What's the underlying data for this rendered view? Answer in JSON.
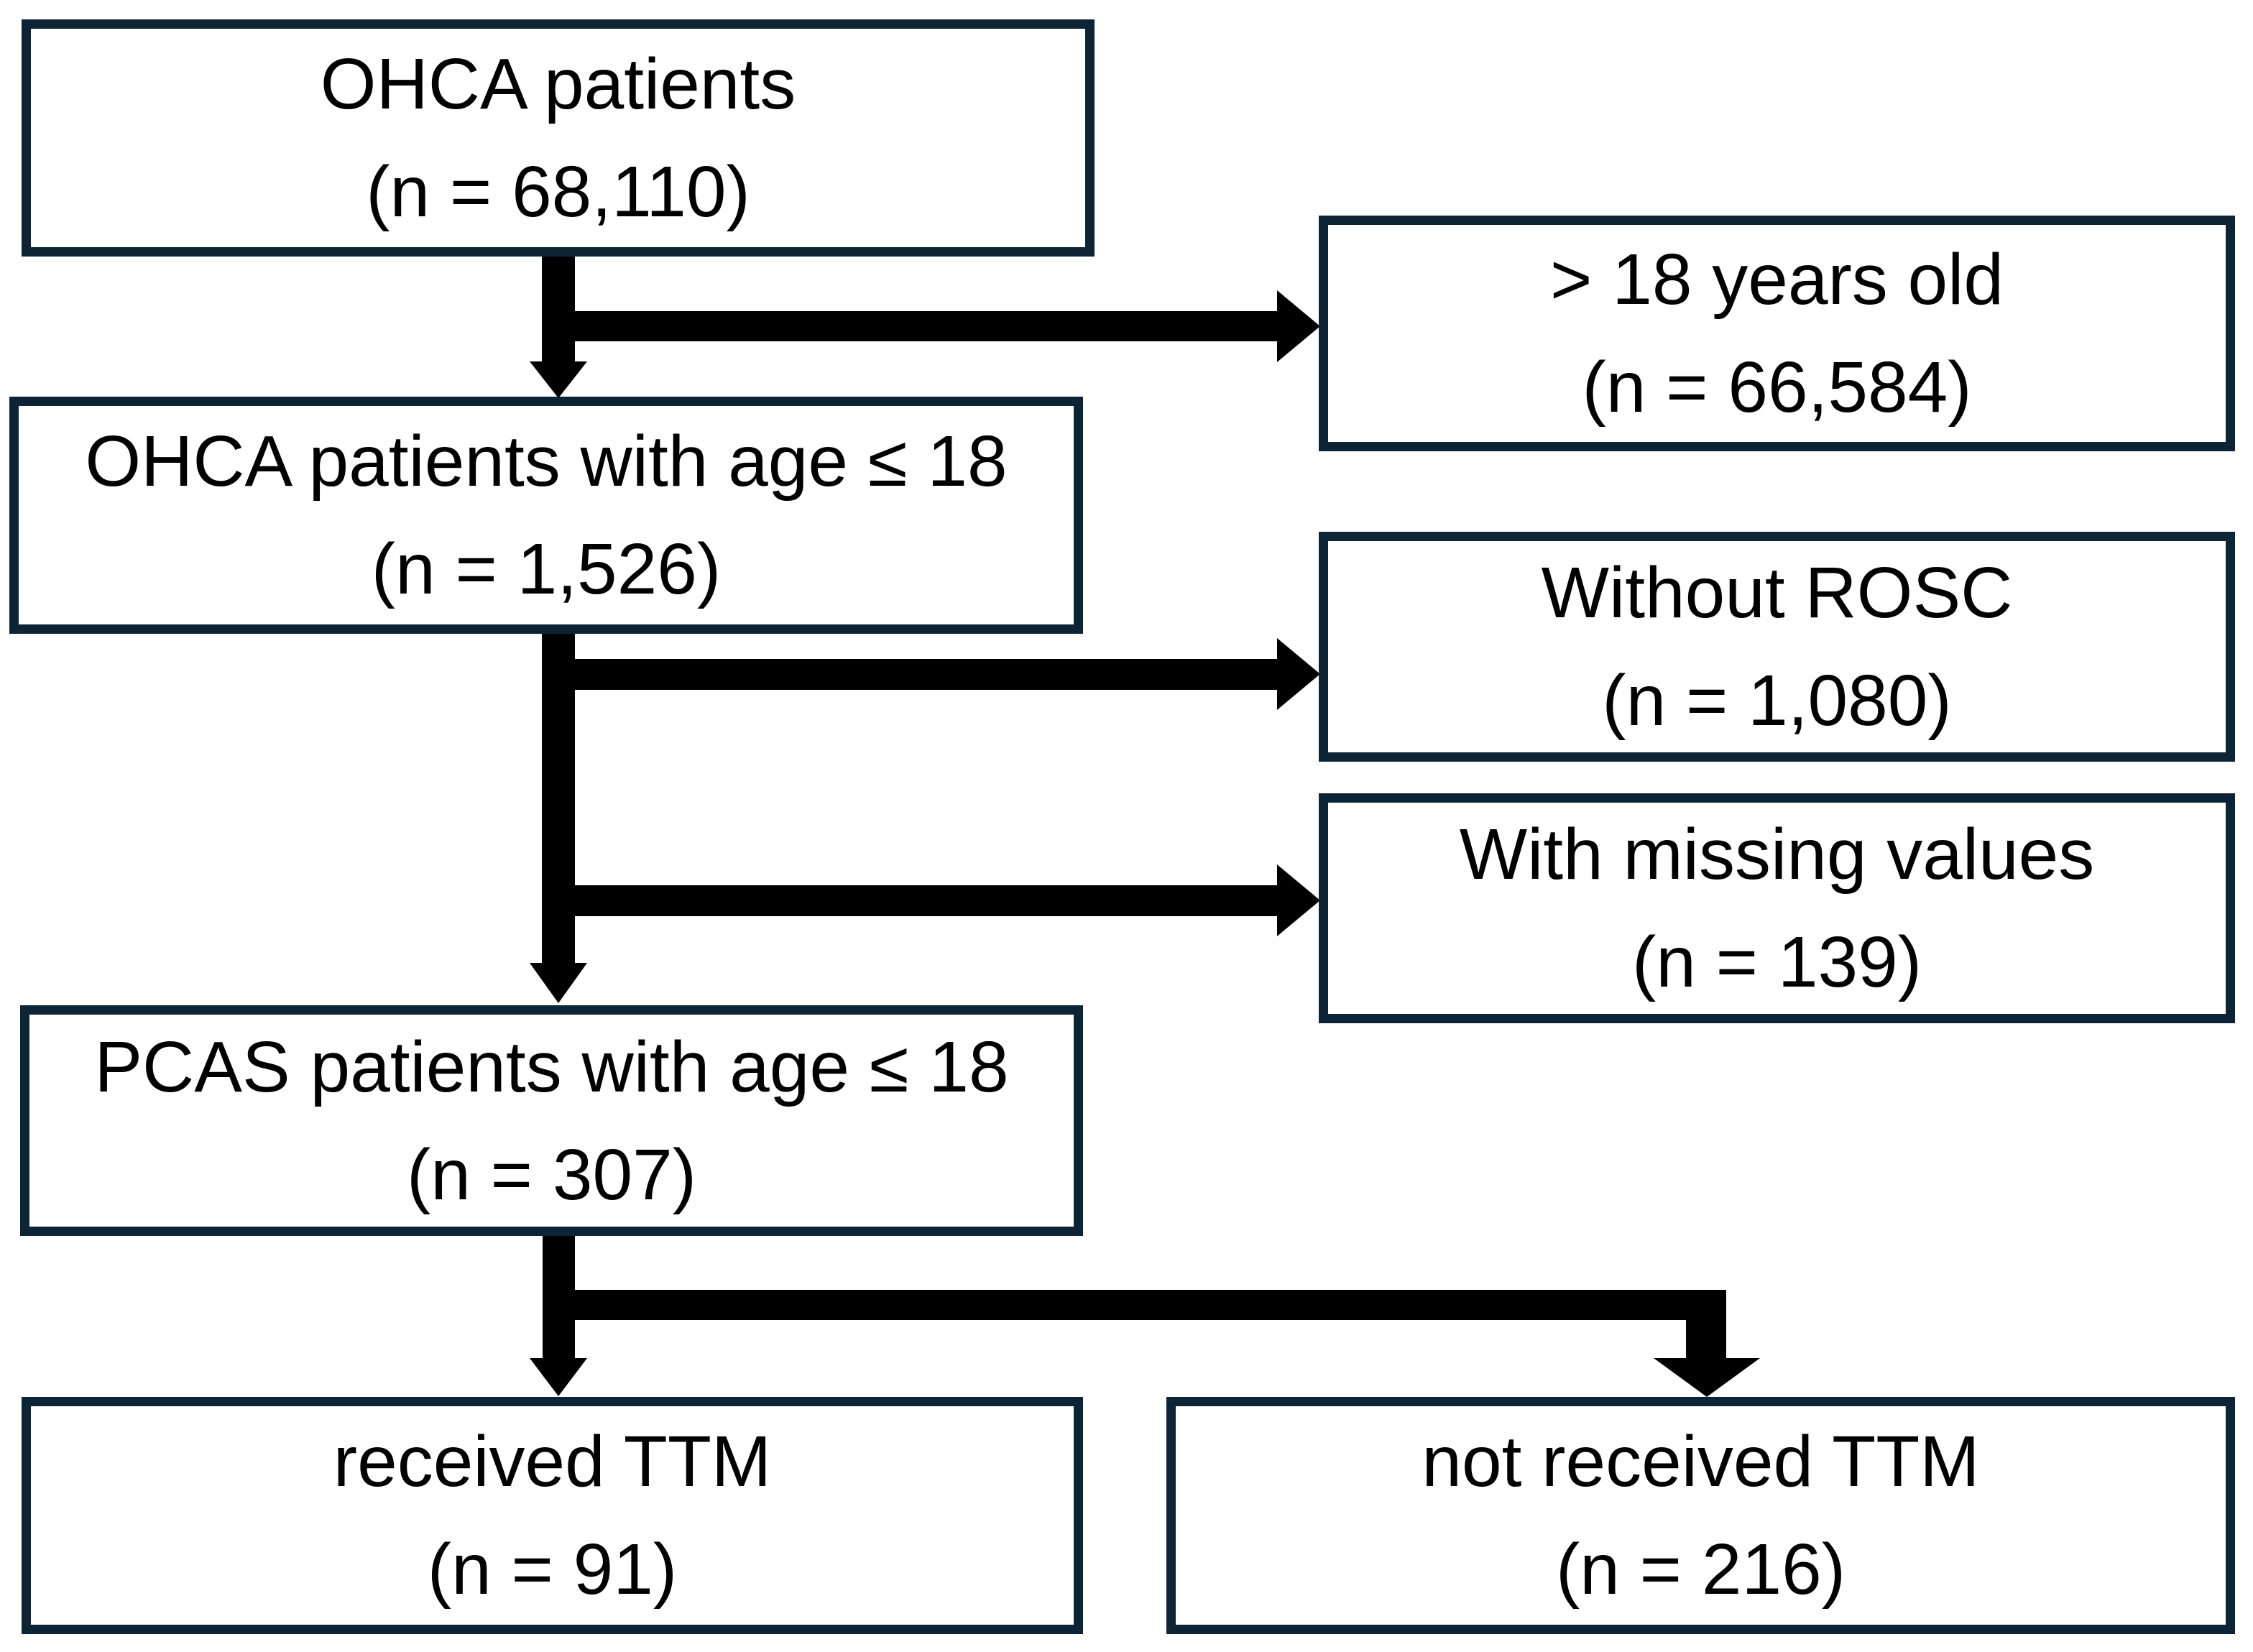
{
  "diagram": {
    "title": "OHCA patient selection flow",
    "background_color": "#ffffff",
    "box_border_color": "#0c2435",
    "arrow_color": "#000000",
    "text_color": "#000000",
    "boxes": [
      {
        "id": "ohca",
        "line1": "OHCA patients",
        "line2": "(n = 68,110)"
      },
      {
        "id": "over18",
        "line1": "> 18 years old",
        "line2": "(n = 66,584)"
      },
      {
        "id": "ohca_age18",
        "line1": "OHCA patients with age ≤ 18",
        "line2": "(n = 1,526)"
      },
      {
        "id": "no_rosc",
        "line1": "Without ROSC",
        "line2": "(n = 1,080)"
      },
      {
        "id": "missing",
        "line1": "With missing values",
        "line2": "(n = 139)"
      },
      {
        "id": "pcas_age18",
        "line1": "PCAS patients with age ≤ 18",
        "line2": "(n = 307)"
      },
      {
        "id": "ttm",
        "line1": "received TTM",
        "line2": "(n = 91)"
      },
      {
        "id": "no_ttm",
        "line1": "not received TTM",
        "line2": "(n = 216)"
      }
    ]
  }
}
